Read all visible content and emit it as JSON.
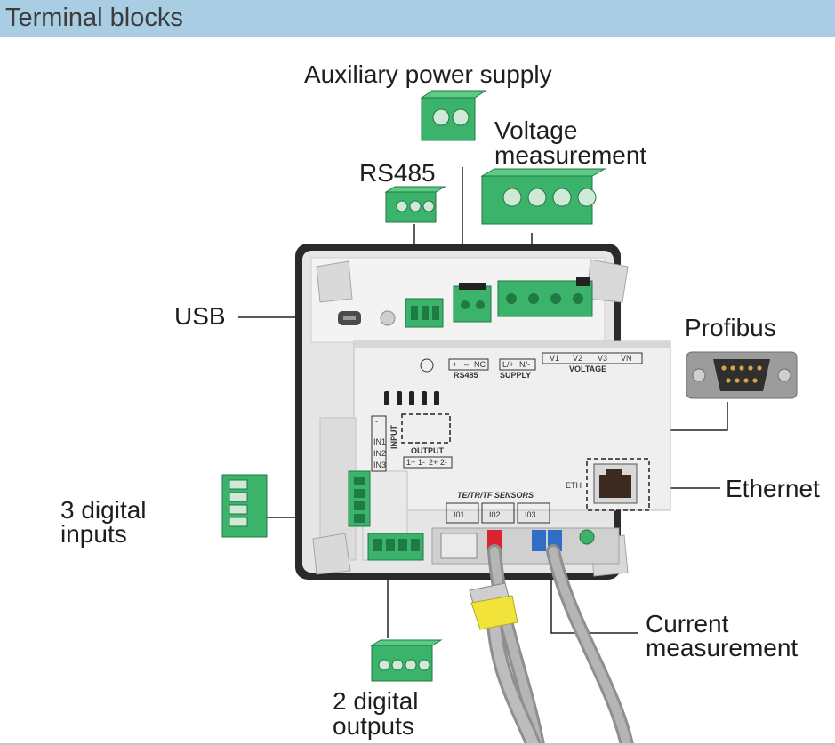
{
  "header": {
    "title": "Terminal blocks"
  },
  "labels": {
    "aux_power": "Auxiliary power supply",
    "voltage_line1": "Voltage",
    "voltage_line2": "measurement",
    "rs485": "RS485",
    "usb": "USB",
    "profibus": "Profibus",
    "ethernet": "Ethernet",
    "digital_inputs_line1": "3 digital",
    "digital_inputs_line2": "inputs",
    "current_line1": "Current",
    "current_line2": "measurement",
    "digital_outputs_line1": "2 digital",
    "digital_outputs_line2": "outputs"
  },
  "device_markings": {
    "rs485_terms": [
      "+",
      "–",
      "NC"
    ],
    "rs485_caption": "RS485",
    "supply_terms": [
      "L/+",
      "N/-"
    ],
    "supply_caption": "SUPPLY",
    "voltage_terms": [
      "V1",
      "V2",
      "V3",
      "VN"
    ],
    "voltage_caption": "VOLTAGE",
    "input_caption": "INPUT",
    "input_terms": [
      "-",
      "IN1",
      "IN2",
      "IN3"
    ],
    "output_caption": "OUTPUT",
    "output_terms": [
      "1+",
      "1-",
      "2+",
      "2-"
    ],
    "sensors_caption": "TE/TR/TF SENSORS",
    "sensor_ports": [
      "I01",
      "I02",
      "I03"
    ],
    "eth_caption": "ETH"
  },
  "colors": {
    "header_bg": "#a9cde3",
    "terminal_green": "#3bb36a",
    "housing_light": "#ececec",
    "bezel_dark": "#2a2a2a",
    "sensor_red": "#d9232e",
    "sensor_blue": "#2f6ec4",
    "connector_yellow": "#f2e33a",
    "cable_gray": "#a4a4a4"
  }
}
